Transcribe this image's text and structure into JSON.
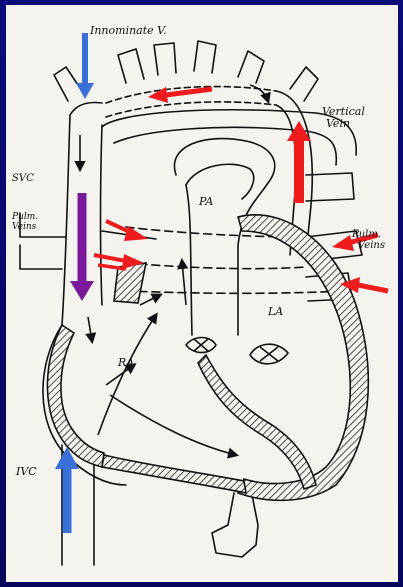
{
  "labels": {
    "innominate": "Innominate V.",
    "vertical_vein_1": "Vertical",
    "vertical_vein_2": "Vein",
    "svc": "SVC",
    "pulm_veins_left_1": "Pulm.",
    "pulm_veins_left_2": "Veins",
    "pa": "PA",
    "pulm_veins_right_1": "Pulm.",
    "pulm_veins_right_2": "Veins",
    "la": "LA",
    "ra": "RA",
    "ivc": "IVC"
  },
  "colors": {
    "background": "#0a0a6e",
    "paper": "#f4f3ee",
    "ink": "#111111",
    "deoxygenated_arrow": "#3a6fd8",
    "oxygenated_arrow": "#ee1c1c",
    "mixed_arrow": "#7a1a9a"
  }
}
